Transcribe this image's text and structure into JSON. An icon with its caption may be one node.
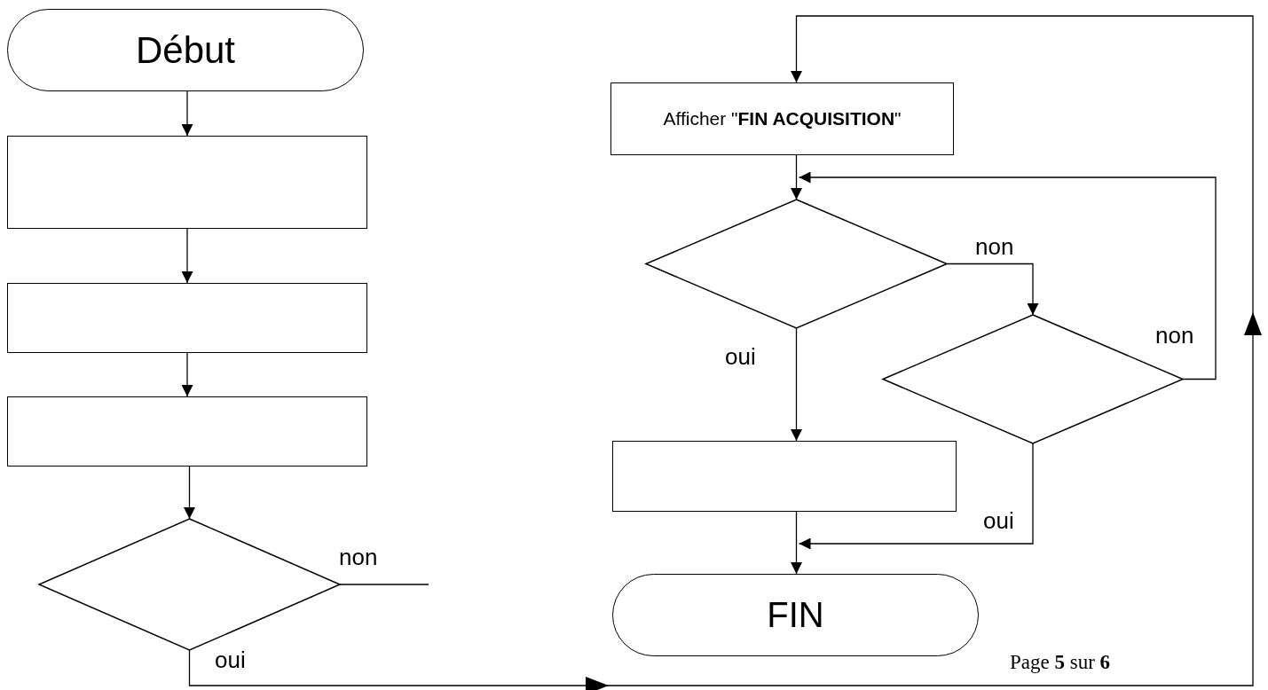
{
  "diagram": {
    "nodes": [
      {
        "text": [
          "Début"
        ]
      },
      {
        "text": [],
        "shape": "box"
      },
      {
        "text": [],
        "shape": "box"
      },
      {
        "text": [],
        "shape": "box"
      },
      {
        "text": [],
        "shape": "diamond"
      },
      {
        "text": [
          "Afficher \"**FIN ACQUISITION**\""
        ]
      },
      {
        "text": [],
        "shape": "diamond"
      },
      {
        "text": [],
        "shape": "diamond"
      },
      {
        "text": [],
        "shape": "box"
      },
      {
        "text": [
          "FIN"
        ]
      }
    ],
    "edges": [
      {
        "from": 0,
        "to": 1,
        "arrow": "to"
      },
      {
        "from": 1,
        "to": 2,
        "arrow": "to"
      },
      {
        "from": 2,
        "to": 3,
        "arrow": "to"
      },
      {
        "from": 3,
        "to": 4,
        "arrow": "to"
      },
      {
        "from": 4,
        "to": null,
        "arrow": "none",
        "label": "non"
      },
      {
        "from": 4,
        "to": 5,
        "arrow": "to",
        "label": "oui"
      },
      {
        "from": 5,
        "to": 6,
        "arrow": "to"
      },
      {
        "from": 6,
        "to": 7,
        "arrow": "to",
        "label": "non"
      },
      {
        "from": 7,
        "to": 6,
        "arrow": "to",
        "label": "non"
      },
      {
        "from": 6,
        "to": 8,
        "arrow": "to",
        "label": "oui"
      },
      {
        "from": 8,
        "to": 9,
        "arrow": "to"
      },
      {
        "from": 7,
        "to": 9,
        "arrow": "to",
        "label": "oui"
      }
    ],
    "labels": [
      "Page **5** sur **6**"
    ]
  }
}
